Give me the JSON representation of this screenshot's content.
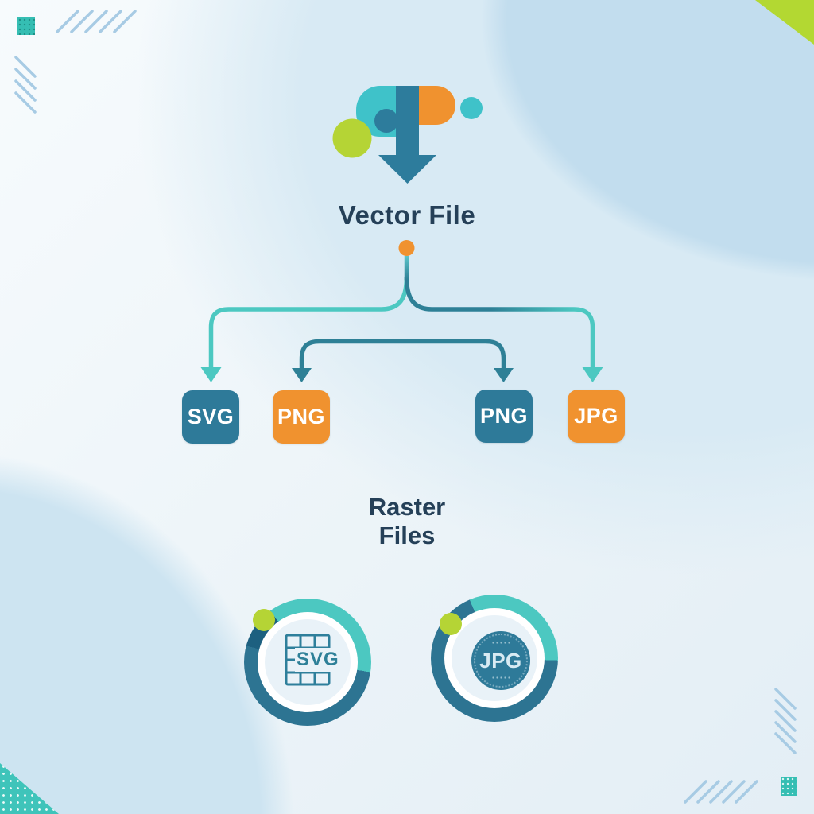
{
  "title": "Vector File",
  "subtitle": {
    "line1": "Raster",
    "line2": "Files"
  },
  "format_badges": [
    {
      "label": "SVG",
      "color": "#2e7a99"
    },
    {
      "label": "PNG",
      "color": "#f0922f"
    },
    {
      "label": "PNG",
      "color": "#2e7a99"
    },
    {
      "label": "JPG",
      "color": "#f0922f"
    }
  ],
  "raster_badges": [
    {
      "label": "SVG",
      "icon": "pixel-grid-icon"
    },
    {
      "label": "JPG",
      "icon": "grunge-stamp-icon"
    }
  ],
  "logo": {
    "icon": "download-arrow-logo"
  },
  "decor_icons": [
    "dotted-square-icon",
    "diagonal-slashes-icon",
    "corner-triangle-icon"
  ],
  "colors": {
    "dark_blue": "#2e7a99",
    "orange": "#f0922f",
    "light_teal": "#4cc8c1",
    "dark_teal_line": "#2e8096",
    "green": "#b5d435",
    "navy_text": "#254058",
    "logo_teal": "#3fc2c9",
    "background": "#eef5f9",
    "blob_blue": "#c2ddee"
  }
}
